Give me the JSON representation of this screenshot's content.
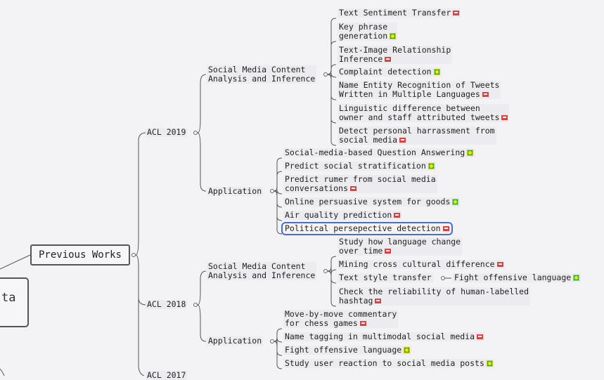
{
  "root": {
    "label": "ta"
  },
  "main": {
    "label": "Previous Works"
  },
  "acl2019": {
    "label": "ACL 2019",
    "smc": {
      "label_lines": [
        "Social Media Content",
        "Analysis and Inference"
      ],
      "items": [
        {
          "lines": [
            "Text Sentiment Transfer"
          ],
          "marker": "flag"
        },
        {
          "lines": [
            "Key phrase",
            "generation"
          ],
          "marker": "smile"
        },
        {
          "lines": [
            "Text-Image Relationship",
            "Inference"
          ],
          "marker": "flag"
        },
        {
          "lines": [
            "Complaint detection"
          ],
          "marker": "smile"
        },
        {
          "lines": [
            "Name Entity Recognition of Tweets",
            "Written in Multiple Languages"
          ],
          "marker": "flag"
        },
        {
          "lines": [
            "Linguistic difference between",
            "owner and staff attributed tweets"
          ],
          "marker": "flag"
        },
        {
          "lines": [
            "Detect personal harrassment from",
            "social media"
          ],
          "marker": "flag"
        }
      ]
    },
    "app": {
      "label": "Application",
      "items": [
        {
          "lines": [
            "Social-media-based Question Answering"
          ],
          "marker": "smile"
        },
        {
          "lines": [
            "Predict social stratification"
          ],
          "marker": "smile"
        },
        {
          "lines": [
            "Predict rumer from social media",
            "conversations"
          ],
          "marker": "flag"
        },
        {
          "lines": [
            "Online persuasive system for goods"
          ],
          "marker": "smile"
        },
        {
          "lines": [
            "Air quality prediction"
          ],
          "marker": "flag"
        },
        {
          "lines": [
            "Political persepective detection"
          ],
          "marker": "flag"
        }
      ]
    }
  },
  "acl2018": {
    "label": "ACL 2018",
    "smc": {
      "label_lines": [
        "Social Media Content",
        "Analysis and Inference"
      ],
      "items": [
        {
          "lines": [
            "Study how language change",
            "over time"
          ],
          "marker": "flag"
        },
        {
          "lines": [
            "Mining cross cultural difference"
          ],
          "marker": "flag"
        },
        {
          "lines": [
            "Text style transfer"
          ],
          "marker": "none"
        },
        {
          "lines": [
            "Check the reliability of human-labelled",
            "hashtag"
          ],
          "marker": "flag"
        }
      ],
      "sub": {
        "lines": [
          "Fight offensive language"
        ],
        "marker": "smile"
      }
    },
    "app": {
      "label": "Application",
      "items": [
        {
          "lines": [
            "Move-by-move commentary",
            "for chess games"
          ],
          "marker": "flag"
        },
        {
          "lines": [
            "Name tagging in multimodal social media"
          ],
          "marker": "flag"
        },
        {
          "lines": [
            "Fight offensive language"
          ],
          "marker": "smile"
        },
        {
          "lines": [
            "Study user reaction to social media posts"
          ],
          "marker": "smile"
        }
      ]
    }
  },
  "acl2017": {
    "label": "ACL 2017"
  }
}
